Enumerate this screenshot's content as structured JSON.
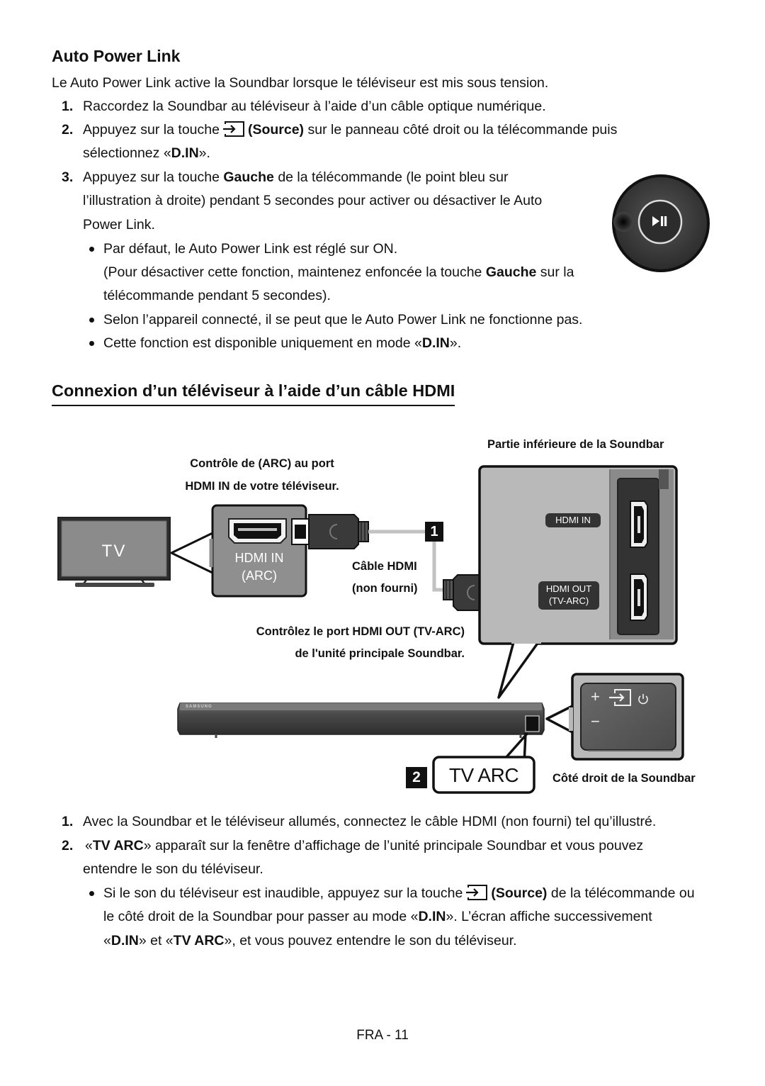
{
  "auto_power_link": {
    "title": "Auto Power Link",
    "intro": "Le Auto Power Link active la Soundbar lorsque le téléviseur est mis sous tension.",
    "step1_num": "1.",
    "step1": "Raccordez la Soundbar au téléviseur à l’aide d’un câble optique numérique.",
    "step2_num": "2.",
    "step2_a": "Appuyez sur la touche",
    "step2_source": "(Source)",
    "step2_b": "sur le panneau côté droit ou la télécommande puis",
    "step2_c": "sélectionnez «",
    "step2_din": "D.IN",
    "step2_d": "».",
    "step3_num": "3.",
    "step3_a": "Appuyez sur la touche",
    "step3_gauche": "Gauche",
    "step3_b": "de la télécommande (le point bleu sur",
    "step3_line2": "l’illustration à droite) pendant 5 secondes pour activer ou désactiver le Auto",
    "step3_line3": "Power Link.",
    "bullet1": "Par défaut, le Auto Power Link est réglé sur ON.",
    "bullet1_cont_a": "(Pour désactiver cette fonction, maintenez enfoncée la touche",
    "bullet1_cont_gauche": "Gauche",
    "bullet1_cont_b": "sur la",
    "bullet1_cont_line2": "télécommande pendant 5 secondes).",
    "bullet2": "Selon l’appareil connecté, il se peut que le Auto Power Link ne fonctionne pas.",
    "bullet3_a": "Cette fonction est disponible uniquement en mode «",
    "bullet3_din": "D.IN",
    "bullet3_b": "»."
  },
  "hdmi_section": {
    "title": "Connexion d’un téléviseur à l’aide d’un câble HDMI",
    "diagram": {
      "bottom_label": "Partie inférieure de la Soundbar",
      "tv_port_label_1": "Contrôle de (ARC) au port",
      "tv_port_label_2": "HDMI IN de votre téléviseur.",
      "tv_text": "TV",
      "tv_port_name_1": "HDMI IN",
      "tv_port_name_2": "(ARC)",
      "cable_label_1": "Câble HDMI",
      "cable_label_2": "(non fourni)",
      "soundbar_port_in": "HDMI IN",
      "soundbar_port_out_1": "HDMI OUT",
      "soundbar_port_out_2": "(TV-ARC)",
      "sb_port_label_1": "Contrôlez le port HDMI OUT (TV-ARC)",
      "sb_port_label_2": "de l'unité principale Soundbar.",
      "brand": "SAMSUNG",
      "step1_badge": "1",
      "step2_badge": "2",
      "display_text": "TV ARC",
      "right_side_label": "Côté droit de la Soundbar",
      "panel_plus": "+",
      "panel_minus": "−"
    },
    "step1_num": "1.",
    "step1": "Avec la Soundbar et le téléviseur allumés, connectez le câble HDMI (non fourni) tel qu’illustré.",
    "step2_num": "2.",
    "step2_a": "«",
    "step2_tvarc": "TV ARC",
    "step2_b": "» apparaît sur la fenêtre d’affichage de l’unité principale Soundbar et vous pouvez",
    "step2_line2": "entendre le son du téléviseur.",
    "bullet_a": "Si le son du téléviseur est inaudible, appuyez sur la touche",
    "bullet_source": "(Source)",
    "bullet_b": "de la télécommande ou",
    "bullet_line2_a": "le côté droit de la Soundbar pour passer au mode «",
    "bullet_line2_din": "D.IN",
    "bullet_line2_b": "». L’écran affiche successivement",
    "bullet_line3_a": "«",
    "bullet_line3_din": "D.IN",
    "bullet_line3_b": "» et «",
    "bullet_line3_tvarc": "TV ARC",
    "bullet_line3_c": "», et vous pouvez entendre le son du téléviseur."
  },
  "footer": {
    "page": "FRA - 11"
  },
  "colors": {
    "panel_gray": "#b9b9b9",
    "dark_gray": "#8a8a8a",
    "soundbar": "#3d3d3d"
  },
  "icons": {
    "source": "source-icon",
    "play_pause": "play-pause-icon"
  }
}
